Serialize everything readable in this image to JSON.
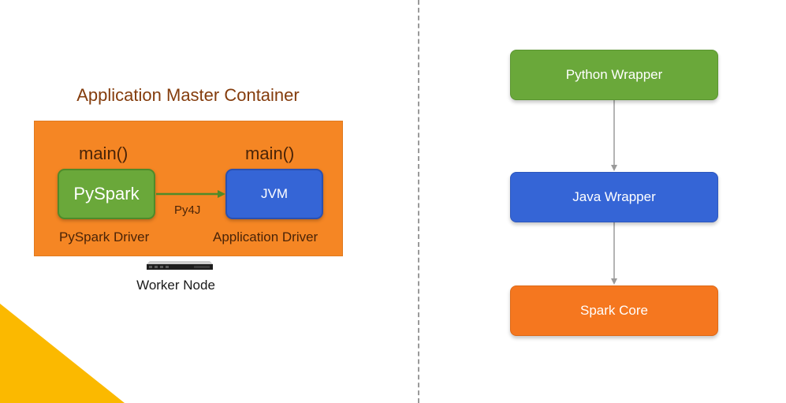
{
  "colors": {
    "accent_yellow": "#fbb900",
    "container_orange": "#f58624",
    "green": "#6aa83a",
    "blue": "#3565d6",
    "orange": "#f5771f",
    "title_brown": "#843c0c"
  },
  "left_diagram": {
    "title": "Application Master Container",
    "left_main": "main()",
    "right_main": "main()",
    "pyspark_node": "PySpark",
    "jvm_node": "JVM",
    "connector_label": "Py4J",
    "left_caption": "PySpark Driver",
    "right_caption": "Application Driver",
    "server_icon": "server-rack-icon",
    "node_caption": "Worker Node"
  },
  "right_diagram": {
    "layers": [
      {
        "label": "Python Wrapper"
      },
      {
        "label": "Java Wrapper"
      },
      {
        "label": "Spark Core"
      }
    ]
  }
}
